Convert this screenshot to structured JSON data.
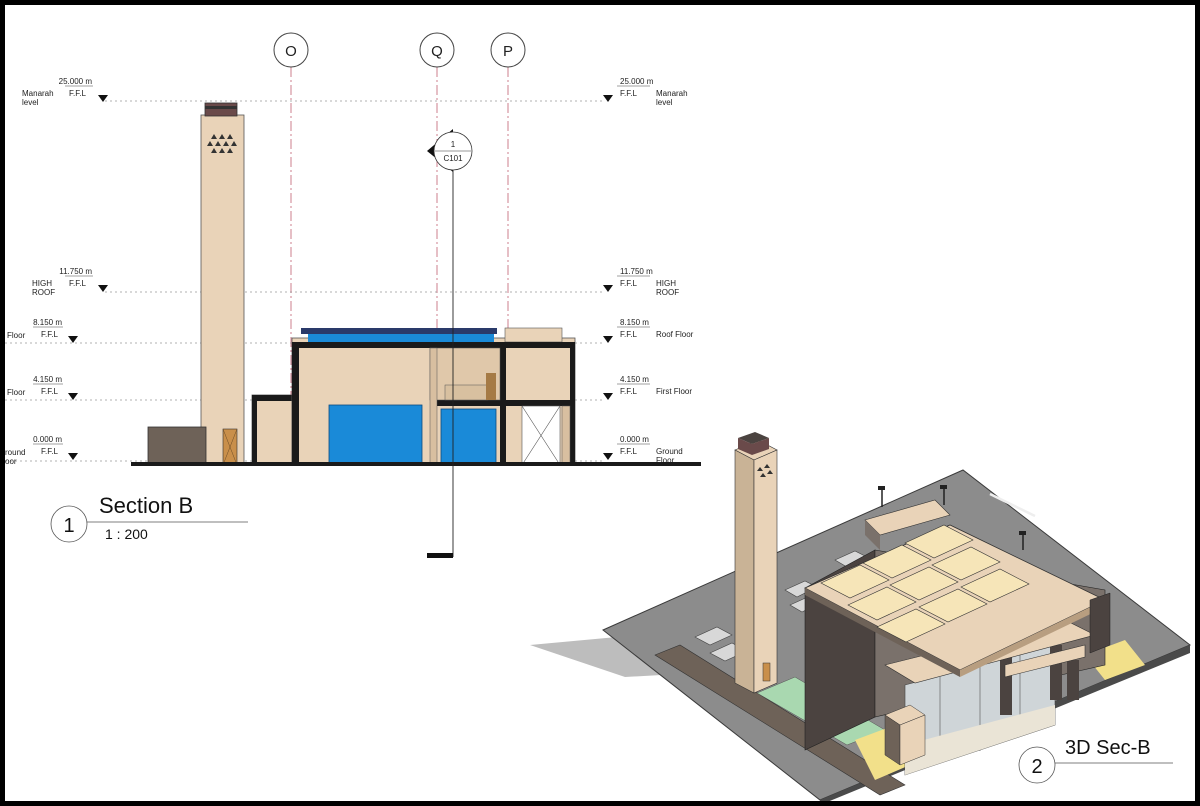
{
  "grid_bubbles": [
    "O",
    "Q",
    "P"
  ],
  "levels_left": [
    {
      "value": "25.000 m",
      "ffl": "F.F.L",
      "name1": "Manarah",
      "name2": "level"
    },
    {
      "value": "11.750 m",
      "ffl": "F.F.L",
      "name1": "HIGH",
      "name2": "ROOF"
    },
    {
      "value": "8.150 m",
      "ffl": "F.F.L",
      "name1": "Floor",
      "name2": ""
    },
    {
      "value": "4.150 m",
      "ffl": "F.F.L",
      "name1": "Floor",
      "name2": ""
    },
    {
      "value": "0.000 m",
      "ffl": "F.F.L",
      "name1": "round",
      "name2": "oor"
    }
  ],
  "levels_right": [
    {
      "value": "25.000 m",
      "ffl": "F.F.L",
      "name1": "Manarah",
      "name2": "level"
    },
    {
      "value": "11.750 m",
      "ffl": "F.F.L",
      "name1": "HIGH",
      "name2": "ROOF"
    },
    {
      "value": "8.150 m",
      "ffl": "F.F.L",
      "name1": "Roof Floor",
      "name2": ""
    },
    {
      "value": "4.150 m",
      "ffl": "F.F.L",
      "name1": "First Floor",
      "name2": ""
    },
    {
      "value": "0.000 m",
      "ffl": "F.F.L",
      "name1": "Ground",
      "name2": "Floor"
    }
  ],
  "section_tag": {
    "number": "1",
    "sheet": "C101"
  },
  "view1": {
    "number": "1",
    "title": "Section B",
    "scale": "1 : 200"
  },
  "view2": {
    "number": "2",
    "title": "3D Sec-B"
  },
  "colors": {
    "wall": "#e9d3b8",
    "blue": "#1a8ad8",
    "dark": "#1a1a1a",
    "gridline": "#c06070",
    "ground": "#8c8c8c"
  }
}
